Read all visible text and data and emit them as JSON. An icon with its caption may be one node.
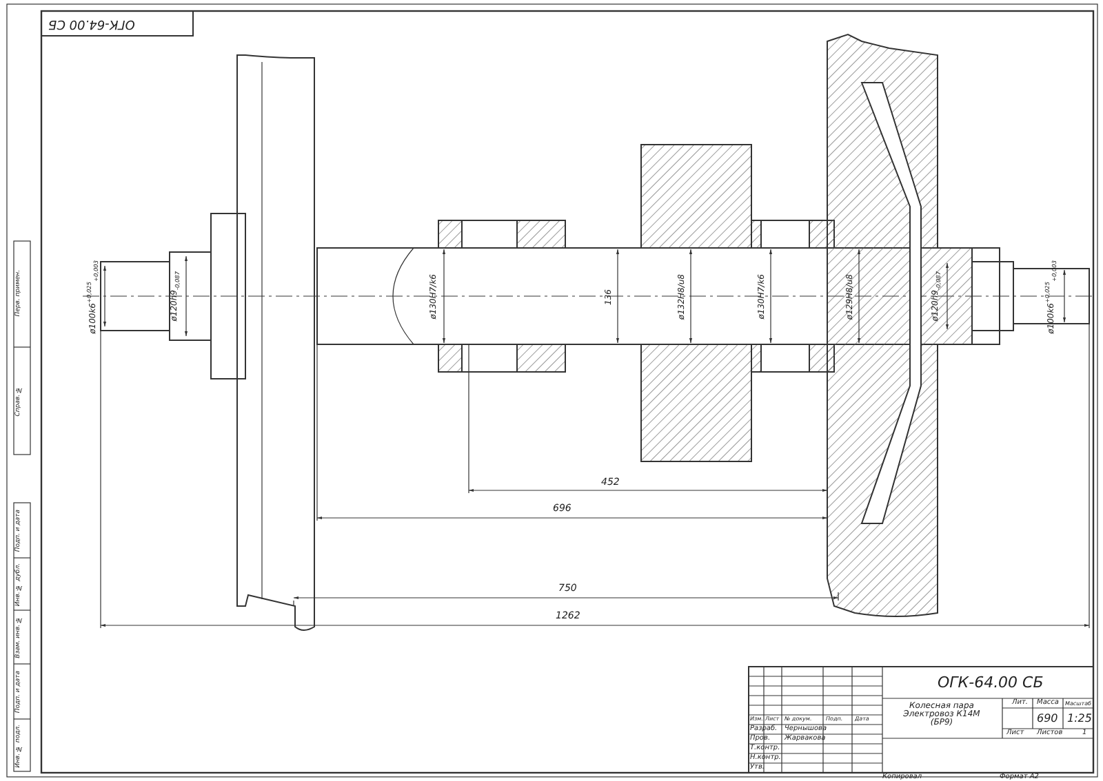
{
  "diagram": {
    "labels": [
      "ОГК-64.00 СБ",
      "Перв. примен.",
      "Справ. №",
      "Подп. и дата",
      "Инв. № дубл.",
      "Взам. инв. №",
      "Подп. и дата",
      "Инв. № подл.",
      "ø100k6$^{+0,025}$$_{+0,003}$",
      "ø120h9$_{-0,087}$",
      "ø130H7/k6",
      "136",
      "ø132H8/u8",
      "ø130H7/k6",
      "ø129H8/u8",
      "ø120h9$_{-0,087}$",
      "ø100k6$^{+0,025}$$_{+0,003}$",
      "452",
      "696",
      "750",
      "1262",
      "ОГК-64.00 СБ",
      "Изм.",
      "Лист",
      "№ докум.",
      "Подп.",
      "Дата",
      "Разраб.",
      "Чернышова",
      "Пров.",
      "Жарвакова",
      "Т.контр.",
      "Н.контр.",
      "Утв.",
      "Колесная пара Электровоз К14М (БР9)",
      "Лит.",
      "Масса",
      "Масштаб",
      "690",
      "1:25",
      "Лист",
      "Листов",
      "1",
      "Копировал",
      "Формат A2"
    ]
  }
}
